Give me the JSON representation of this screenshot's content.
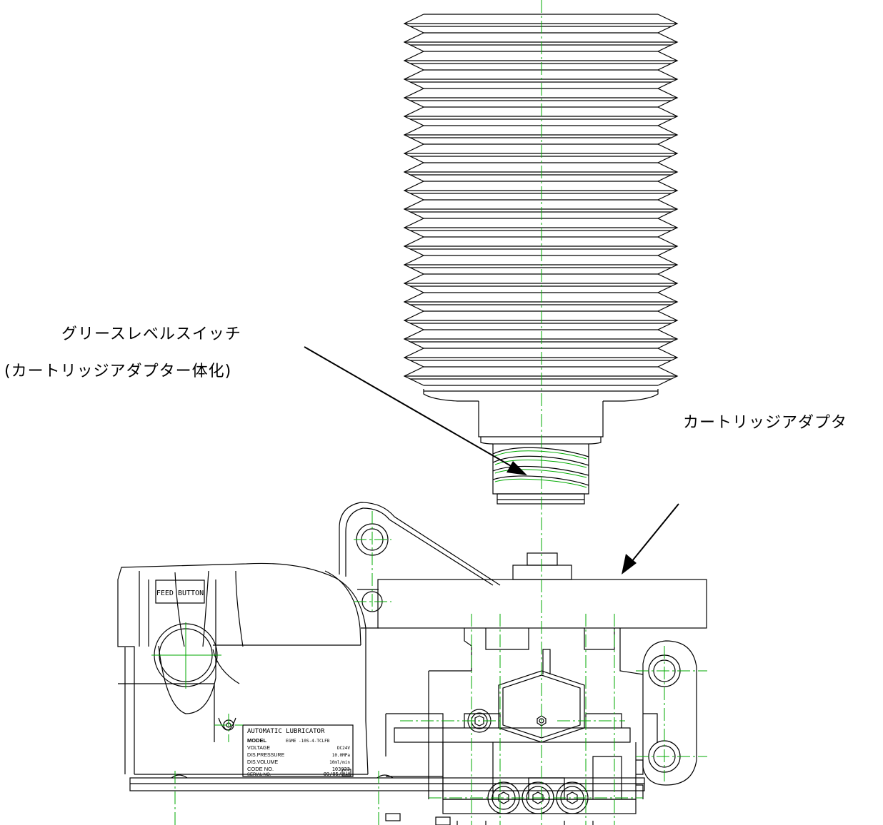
{
  "callouts": {
    "grease_switch": "グリースレベルスイッチ",
    "grease_switch_sub": "(カートリッジアダプター体化)",
    "cartridge_adapter": "カートリッジアダプタ"
  },
  "feed_button": {
    "label": "FEED BUTTON"
  },
  "nameplate": {
    "title": "AUTOMATIC LUBRICATOR",
    "model_label": "MODEL",
    "model_value": "EGME -10S-4-TCLFB",
    "voltage_label": "VOLTAGE",
    "voltage_value": "DC24V",
    "pressure_label": "DIS.PRESSURE",
    "pressure_value": "10.0MPa",
    "volume_label": "DIS.VOLUME",
    "volume_value": "10ml/min",
    "code_label": "CODE NO.",
    "code_value": "103923",
    "serial_label": "SERIAL NO.",
    "serial_value": "09/05/",
    "serial_box": "010"
  },
  "colors": {
    "line": "#000000",
    "centerline": "#00aa00"
  }
}
